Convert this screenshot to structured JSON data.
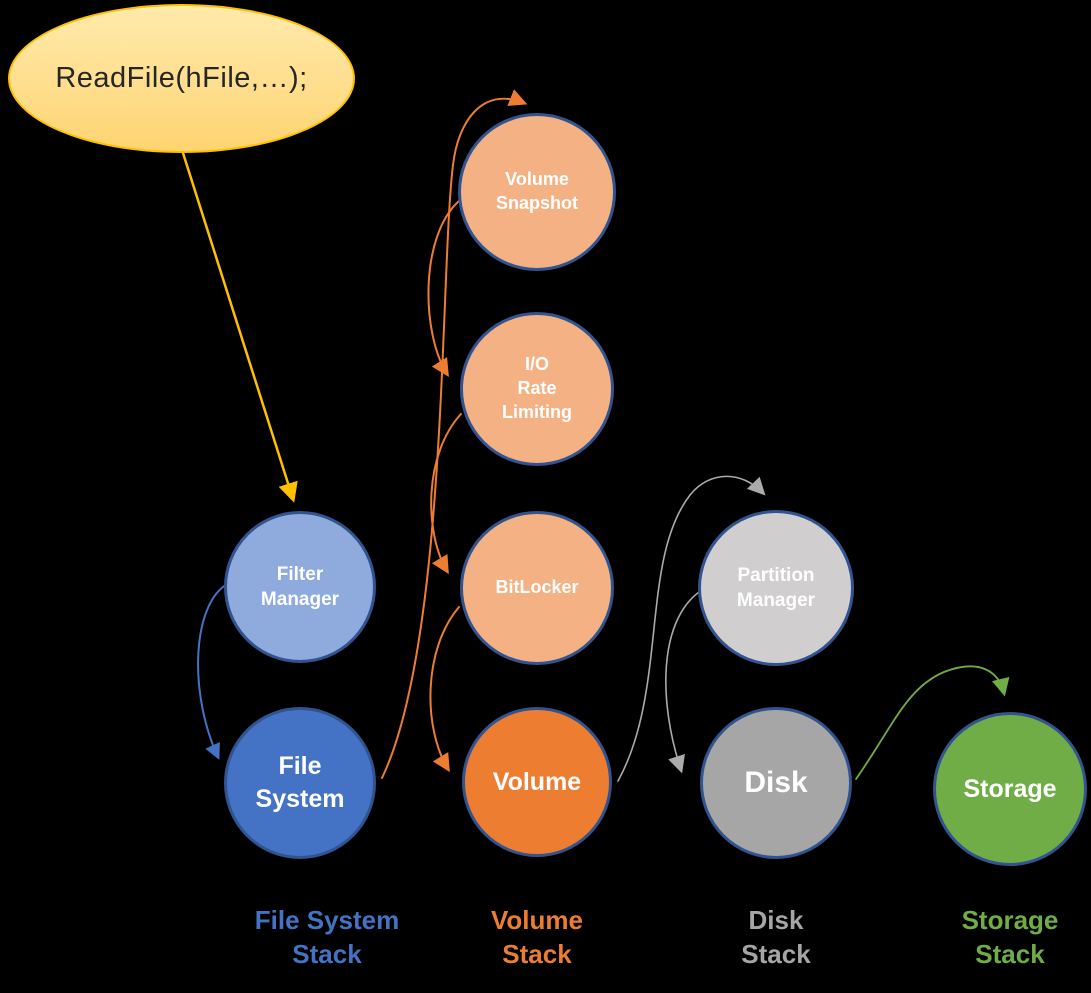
{
  "entry": {
    "label": "ReadFile(hFile,…);"
  },
  "nodes": {
    "filter_manager": {
      "lines": [
        "Filter",
        "Manager"
      ]
    },
    "file_system": {
      "lines": [
        "File",
        "System"
      ]
    },
    "volume_snapshot": {
      "lines": [
        "Volume",
        "Snapshot"
      ]
    },
    "io_rate_limiting": {
      "lines": [
        "I/O",
        "Rate",
        "Limiting"
      ]
    },
    "bitlocker": {
      "lines": [
        "BitLocker"
      ]
    },
    "volume": {
      "lines": [
        "Volume"
      ]
    },
    "partition_manager": {
      "lines": [
        "Partition",
        "Manager"
      ]
    },
    "disk": {
      "lines": [
        "Disk"
      ]
    },
    "storage": {
      "lines": [
        "Storage"
      ]
    }
  },
  "stack_labels": {
    "file_system": {
      "lines": [
        "File System",
        "Stack"
      ],
      "color": "#4472C4"
    },
    "volume": {
      "lines": [
        "Volume",
        "Stack"
      ],
      "color": "#ED7D31"
    },
    "disk": {
      "lines": [
        "Disk",
        "Stack"
      ],
      "color": "#A6A6A6"
    },
    "storage": {
      "lines": [
        "Storage",
        "Stack"
      ],
      "color": "#70AD47"
    }
  },
  "edges": [
    {
      "from": "ReadFile",
      "to": "Filter Manager",
      "color": "gold"
    },
    {
      "from": "Filter Manager",
      "to": "File System",
      "color": "blue"
    },
    {
      "from": "File System",
      "to": "Volume Snapshot",
      "color": "orange"
    },
    {
      "from": "Volume Snapshot",
      "to": "I/O Rate Limiting",
      "color": "orange"
    },
    {
      "from": "I/O Rate Limiting",
      "to": "BitLocker",
      "color": "orange"
    },
    {
      "from": "BitLocker",
      "to": "Volume",
      "color": "orange"
    },
    {
      "from": "Volume",
      "to": "Partition Manager",
      "color": "gray"
    },
    {
      "from": "Partition Manager",
      "to": "Disk",
      "color": "gray"
    },
    {
      "from": "Disk",
      "to": "Storage",
      "color": "green"
    }
  ],
  "palette": {
    "background": "#000000",
    "node_border": "#31538F",
    "filter_manager_fill": "#8FAADC",
    "file_system_fill": "#4472C4",
    "volume_light_fill": "#F4B183",
    "volume_fill": "#ED7D31",
    "partition_manager_fill": "#D0CECE",
    "disk_fill": "#A6A6A6",
    "storage_fill": "#70AD47",
    "entry_fill_top": "#FFEAAB",
    "entry_fill_bottom": "#FFD470",
    "entry_border": "#FFC000",
    "arrow_gold": "#FFC000",
    "arrow_blue": "#4472C4",
    "arrow_orange": "#ED7D31",
    "arrow_gray": "#ABABAB",
    "arrow_green": "#70AD47",
    "node_text": "#FFFFFF"
  }
}
